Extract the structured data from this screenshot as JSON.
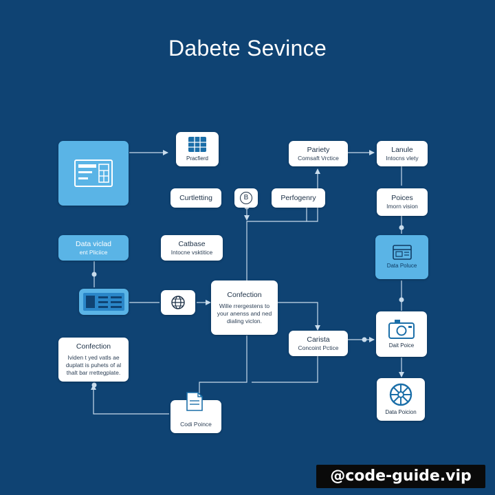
{
  "title": "Dabete Sevince",
  "nodes": {
    "practiced": {
      "label": "Pracfierd"
    },
    "curtletting": {
      "label": "Curtletting"
    },
    "badge": {
      "label": "B"
    },
    "perfogenry": {
      "label": "Perfogenry"
    },
    "pariety": {
      "label": "Pariety",
      "sub": "Comsaft Vrctice"
    },
    "lanule": {
      "label": "Lanule",
      "sub": "Intocns vlety"
    },
    "poices": {
      "label": "Poices",
      "sub": "Imorn vision"
    },
    "data_poluce": {
      "label": "Data Poluce"
    },
    "data_viewed": {
      "label": "Data viclad",
      "sub": "ent Pliciice"
    },
    "catbase": {
      "label": "Catbase",
      "sub": "Intocne vsktitice"
    },
    "confection_center": {
      "label": "Confection",
      "sub": "Wille rrergestens to your anenss and ned dialing viclon."
    },
    "carista": {
      "label": "Carista",
      "sub": "Concoint Pctice"
    },
    "dait_poice": {
      "label": "Dait Poice"
    },
    "confection_left": {
      "label": "Confection",
      "sub": "Ividen t yed vatls ae duplatt is puhets of al thalt bar rrettegplate."
    },
    "codi_poince": {
      "label": "Codi Poince"
    },
    "data_poicion": {
      "label": "Data Poicion"
    }
  },
  "icons": [
    "dashboard-icon",
    "grid-app-icon",
    "table-list-icon",
    "globe-icon",
    "camera-icon",
    "document-icon",
    "aperture-icon",
    "window-icon"
  ],
  "colors": {
    "background": "#0f4373",
    "node": "#ffffff",
    "accent": "#5ab4e6",
    "wire": "#c9dcec"
  },
  "watermark": "@code-guide.vip"
}
